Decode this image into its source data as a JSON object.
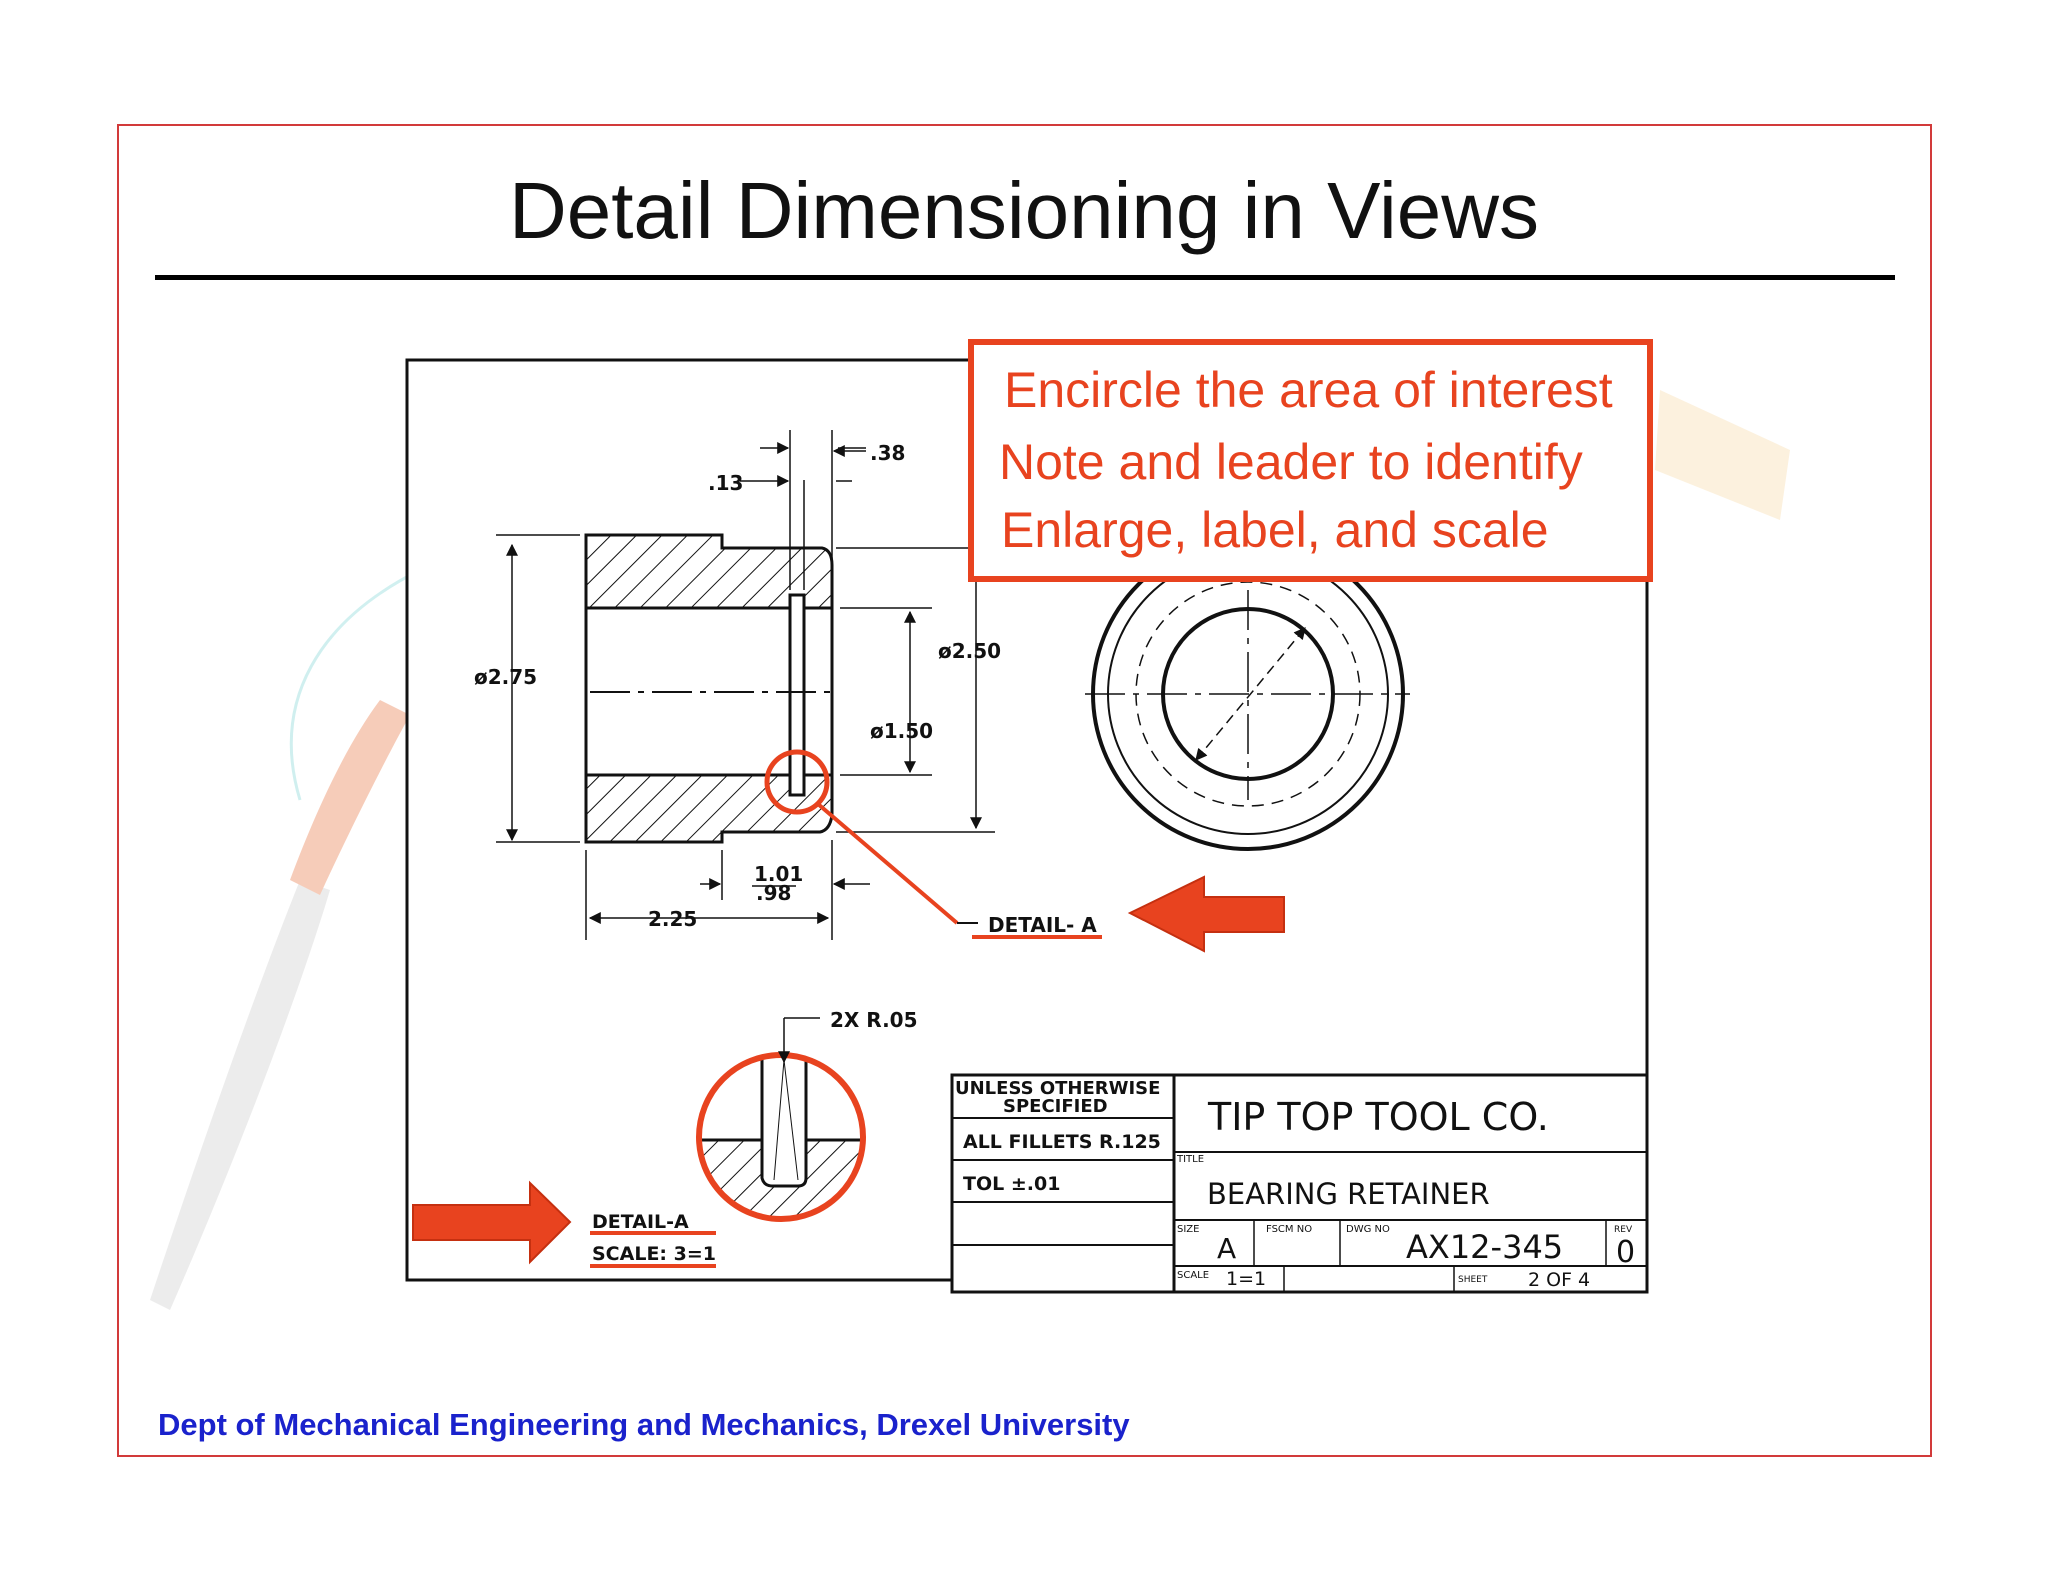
{
  "title": "Detail Dimensioning in Views",
  "footer": "Dept of Mechanical Engineering and Mechanics, Drexel University",
  "callout": {
    "lines": [
      "Encircle the area of interest",
      "Note and leader to identify",
      "Enlarge, label, and scale"
    ]
  },
  "colors": {
    "accent": "#e8431f",
    "footer_text": "#1a22cc",
    "frame": "#d23a3a"
  },
  "drawing": {
    "dimensions": {
      "d_038": ".38",
      "d_013": ".13",
      "dia_275": "ø2.75",
      "dia_250": "ø2.50",
      "dia_150": "ø1.50",
      "d_101": "1.01",
      "d_098": ".98",
      "d_225": "2.25",
      "fillet": "2X R.05"
    },
    "detail_label": "DETAIL- A",
    "detail_view_label": "DETAIL-A",
    "detail_scale": "SCALE: 3=1"
  },
  "title_block": {
    "notes_heading_1": "UNLESS OTHERWISE",
    "notes_heading_2": "SPECIFIED",
    "fillets_note": "ALL FILLETS R.125",
    "tolerance_note": "TOL ±.01",
    "company": "TIP TOP TOOL CO.",
    "title_caption": "TITLE",
    "part_title": "BEARING RETAINER",
    "size_caption": "SIZE",
    "size": "A",
    "fscm_caption": "FSCM NO",
    "dwg_caption": "DWG NO",
    "dwg_number": "AX12-345",
    "rev_caption": "REV",
    "rev": "0",
    "scale_caption": "SCALE",
    "scale": "1=1",
    "sheet_caption": "SHEET",
    "sheet": "2 OF 4"
  }
}
